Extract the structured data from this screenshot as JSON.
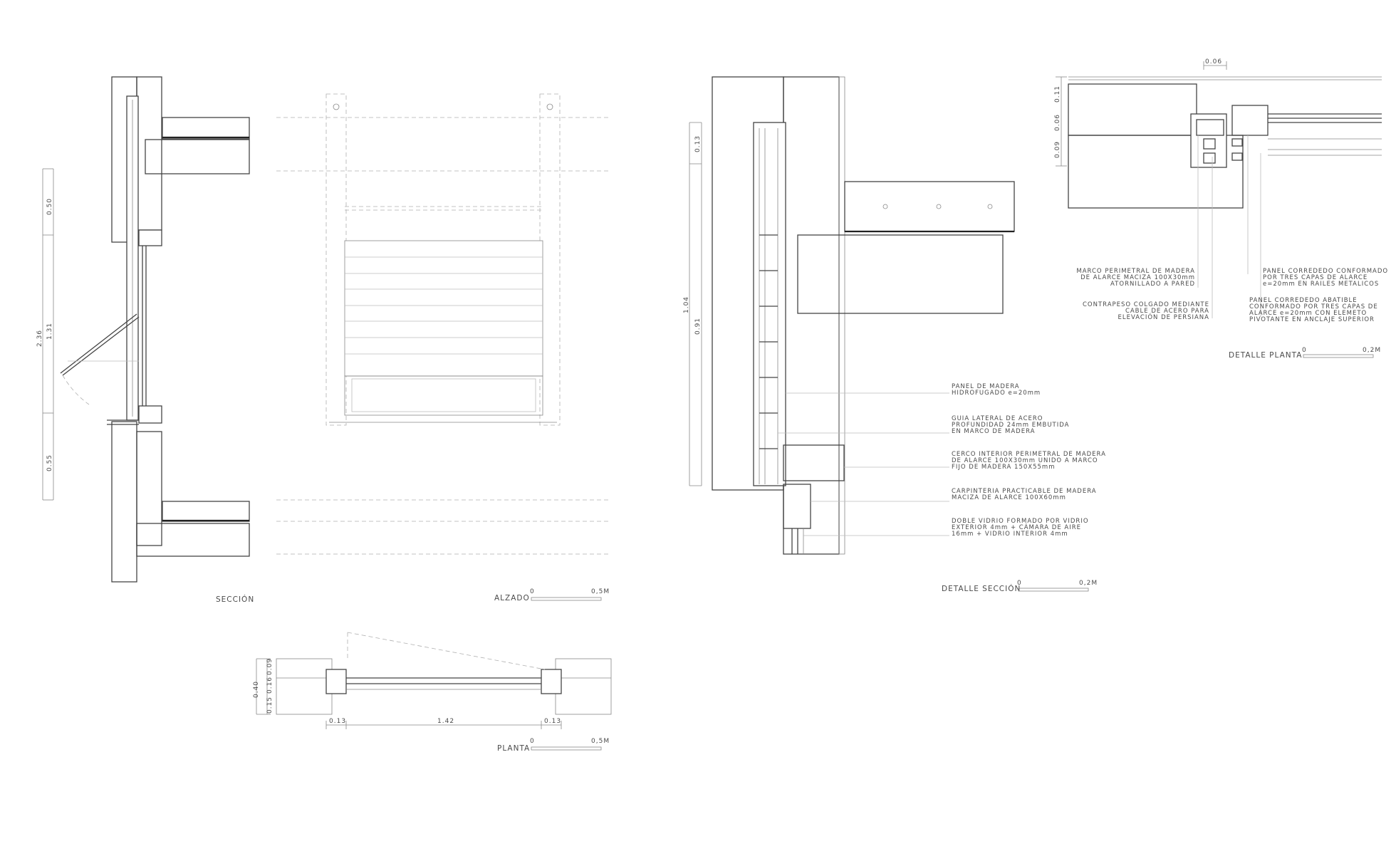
{
  "views": {
    "section": {
      "title": "SECCIÓN",
      "dims": {
        "total": "2.36",
        "upper": "0.50",
        "middle": "1.31",
        "lower": "0.55"
      }
    },
    "elevation": {
      "title": "ALZADO",
      "scale_start": "0",
      "scale_end": "0,5M"
    },
    "plan": {
      "title": "PLANTA",
      "scale_start": "0",
      "scale_end": "0,5M",
      "dims": {
        "depth": "0.40",
        "d1": "0.09",
        "d2": "0.16",
        "d3": "0.15",
        "left": "0.13",
        "center": "1.42",
        "right": "0.13"
      }
    },
    "section_detail": {
      "title": "DETALLE SECCIÓN",
      "scale_start": "0",
      "scale_end": "0,2M",
      "dims": {
        "total": "1.04",
        "top": "0.13",
        "bottom": "0.91"
      },
      "notes": [
        {
          "l1": "PANEL DE MADERA",
          "l2": "HIDROFUGADO e=20mm",
          "l3": ""
        },
        {
          "l1": "GUIA LATERAL DE ACERO",
          "l2": "PROFUNDIDAD 24mm EMBUTIDA",
          "l3": "EN MARCO DE MADERA"
        },
        {
          "l1": "CERCO INTERIOR PERIMETRAL DE MADERA",
          "l2": "DE ALARCE 100X30mm UNIDO A MARCO",
          "l3": "FIJO DE MADERA 150X55mm"
        },
        {
          "l1": "CARPINTERIA PRACTICABLE DE MADERA",
          "l2": "MACIZA DE ALARCE 100X60mm",
          "l3": ""
        },
        {
          "l1": "DOBLE VIDRIO FORMADO POR VIDRIO",
          "l2": "EXTERIOR 4mm + CÁMARA DE AIRE",
          "l3": "16mm + VIDRIO INTERIOR 4mm"
        }
      ]
    },
    "plan_detail": {
      "title": "DETALLE PLANTA",
      "scale_start": "0",
      "scale_end": "0,2M",
      "dims": {
        "width": "0.06",
        "d1": "0.11",
        "d2": "0.06",
        "d3": "0.09"
      },
      "notes_left": [
        {
          "l1": "MARCO PERIMETRAL DE MADERA",
          "l2": "DE ALARCE MACIZA 100X30mm",
          "l3": "ATORNILLADO A PARED"
        },
        {
          "l1": "CONTRAPESO COLGADO MEDIANTE",
          "l2": "CABLE DE ACERO PARA",
          "l3": "ELEVACIÓN DE PERSIANA"
        }
      ],
      "notes_right": [
        {
          "l1": "PANEL CORREDEDO CONFORMADO",
          "l2": "POR TRES CAPAS DE ALARCE",
          "l3": "e=20mm EN RAILES METALICOS",
          "l4": ""
        },
        {
          "l1": "PANEL CORREDEDO ABATIBLE",
          "l2": "CONFORMADO POR TRES CAPAS DE",
          "l3": "ALARCE e=20mm CON ELEMETO",
          "l4": "PIVOTANTE EN ANCLAJE SUPERIOR"
        }
      ]
    }
  }
}
